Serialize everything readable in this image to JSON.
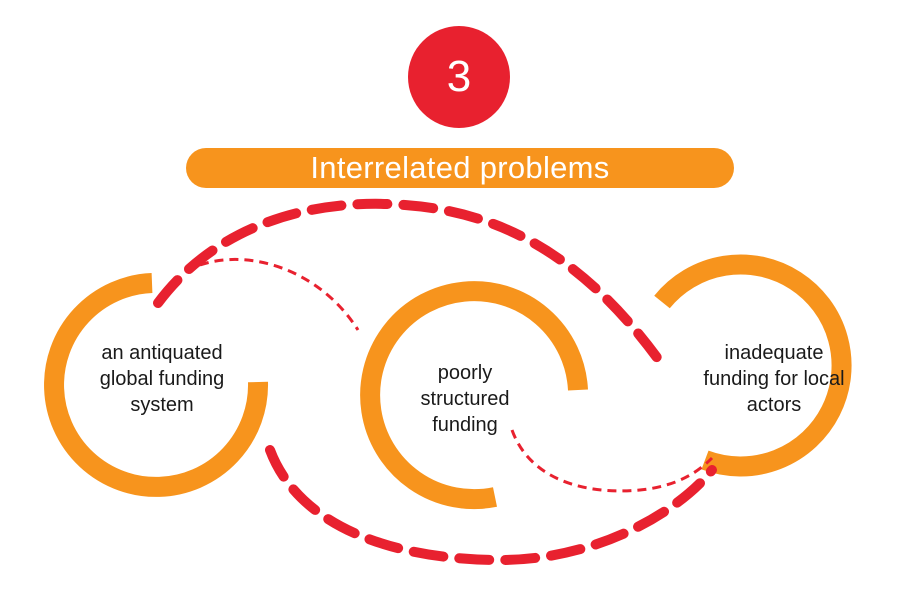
{
  "badge": {
    "number": "3",
    "color": "#e8212f"
  },
  "title": {
    "text": "Interrelated problems",
    "color": "#f7941d"
  },
  "nodes": [
    {
      "id": "left",
      "label": "an antiquated\nglobal funding\nsystem"
    },
    {
      "id": "middle",
      "label": "poorly\nstructured\nfunding"
    },
    {
      "id": "right",
      "label": "inadequate\nfunding for local\nactors"
    }
  ],
  "colors": {
    "ring": "#f7941d",
    "connector": "#e8212f"
  }
}
